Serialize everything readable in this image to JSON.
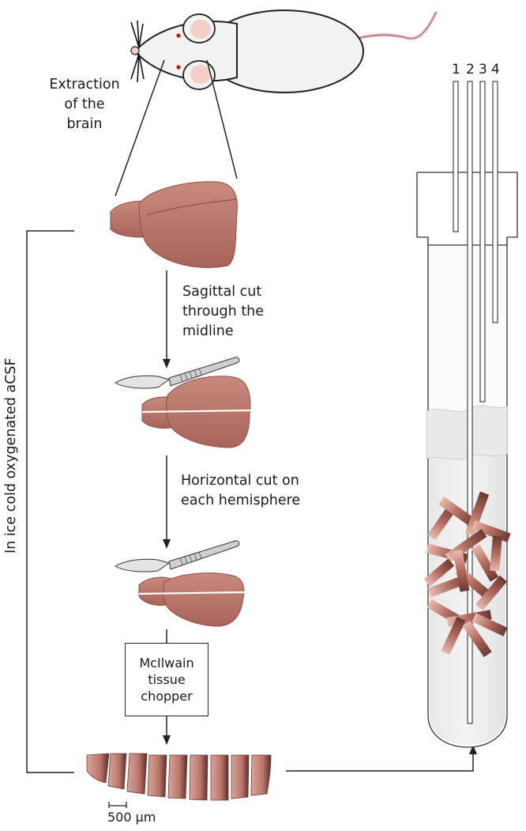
{
  "labels": {
    "extraction": [
      "Extraction",
      "of the",
      "brain"
    ],
    "sagittal": [
      "Sagittal cut",
      "through the",
      "midline"
    ],
    "horizontal": [
      "Horizontal cut on",
      "each hemisphere"
    ],
    "chopper": [
      "McIlwain",
      "tissue",
      "chopper"
    ],
    "side": "In ice cold oxygenated aCSF",
    "scale": "500 µm"
  },
  "tube_numbers": [
    "1",
    "2",
    "3",
    "4"
  ],
  "colors": {
    "brain": "#b9756a",
    "brain_dark": "#8e5046",
    "brain_light": "#d9a59a",
    "mouse_body": "#f2f2f2",
    "mouse_ear": "#f4cfc8",
    "mouse_tail": "#f0b8b8",
    "mouse_eye": "#cc1111",
    "line": "#1a1a1a",
    "tube_fluid": "#e8e8e8"
  }
}
